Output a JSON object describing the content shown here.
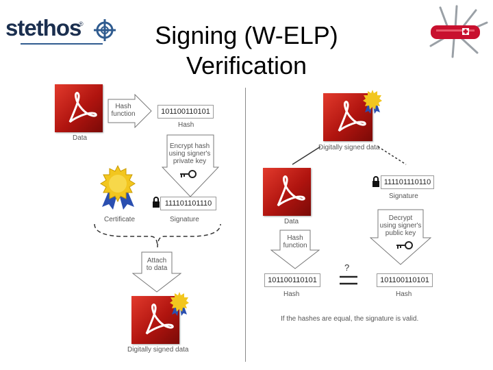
{
  "slide": {
    "title_line1": "Signing (W-ELP)",
    "title_line2": "Verification",
    "logo_text": "stethos",
    "logo_mark": "®"
  },
  "signing": {
    "data_label": "Data",
    "hash_fn_line1": "Hash",
    "hash_fn_line2": "function",
    "hash_value": "101100110101",
    "hash_label": "Hash",
    "encrypt_line1": "Encrypt hash",
    "encrypt_line2": "using signer's",
    "encrypt_line3": "private key",
    "signature_value": "111101101110",
    "certificate_label": "Certificate",
    "signature_label": "Signature",
    "attach_line1": "Attach",
    "attach_line2": "to data",
    "signed_label": "Digitally signed data"
  },
  "verification": {
    "signed_label": "Digitally signed data",
    "data_label": "Data",
    "signature_value": "111101110110",
    "signature_label": "Signature",
    "hash_fn_line1": "Hash",
    "hash_fn_line2": "function",
    "decrypt_line1": "Decrypt",
    "decrypt_line2": "using signer's",
    "decrypt_line3": "public key",
    "question": "?",
    "hash_left": "101100110101",
    "hash_right": "101100110101",
    "hash_left_label": "Hash",
    "hash_right_label": "Hash",
    "conclusion": "If the hashes are equal, the signature is valid."
  }
}
